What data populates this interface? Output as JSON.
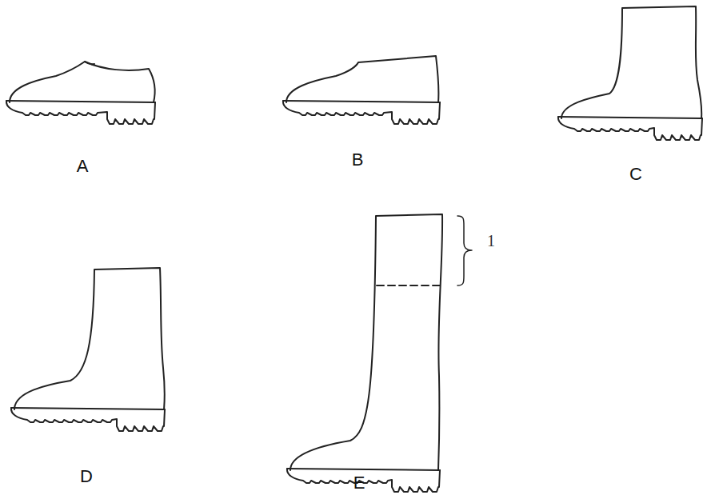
{
  "diagram": {
    "labels": [
      "A",
      "B",
      "C",
      "D",
      "E",
      "1"
    ]
  }
}
